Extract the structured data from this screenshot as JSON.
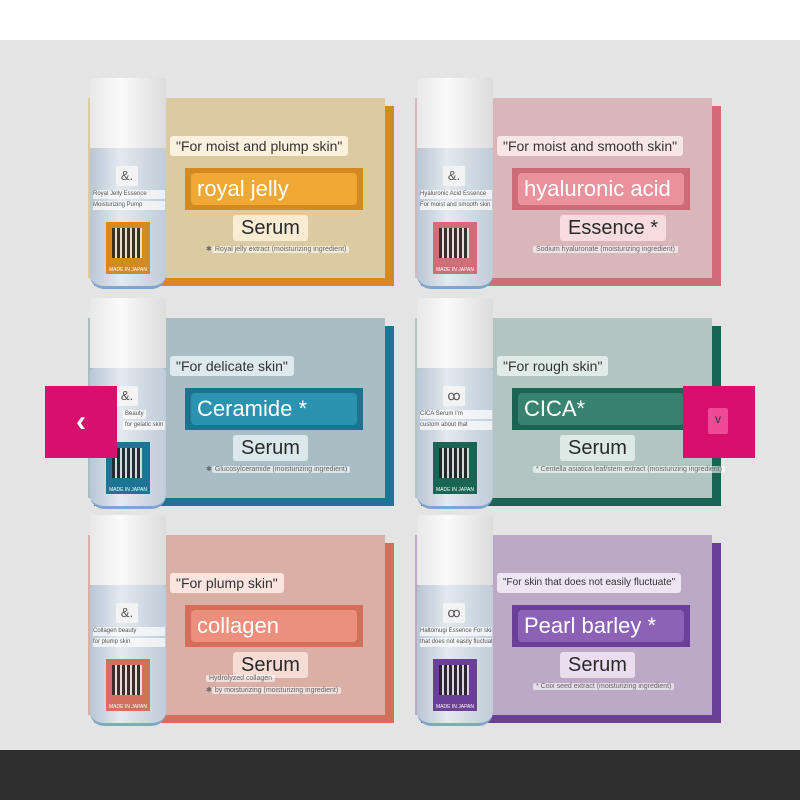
{
  "cards": [
    {
      "tagline": "\"For moist and plump skin\"",
      "ingredient": "royal jelly",
      "type": "Serum",
      "footnote_mark": "✱",
      "footnote": "Royal jelly extract (moisturizing ingredient)",
      "logo": "&.",
      "label": "Royal Jelly Essence",
      "label2": "Moisturizing Pump",
      "made": "MADE IN JAPAN",
      "colors": {
        "front": "#dccaa2",
        "back": "#d58a1f",
        "band": "#d48a22",
        "pill": "#f0a834",
        "tag": "#fbf1de",
        "type": "#f9ecd2"
      }
    },
    {
      "tagline": "\"For moist and smooth skin\"",
      "ingredient": "hyaluronic acid",
      "type": "Essence *",
      "footnote_mark": "",
      "footnote": "Sodium hyaluronate (moisturizing ingredient)",
      "logo": "&.",
      "label": "Hyaluronic Acid Essence",
      "label2": "For moist and smooth skin",
      "made": "MADE IN JAPAN",
      "colors": {
        "front": "#d8b6b9",
        "back": "#d06d79",
        "band": "#cd6b77",
        "pill": "#ea919c",
        "tag": "#f8e6e7",
        "type": "#f6dcde"
      }
    },
    {
      "tagline": "\"For delicate skin\"",
      "ingredient": "Ceramide *",
      "type": "Serum",
      "footnote_mark": "✱",
      "footnote": "Glucosylceramide (moisturizing ingredient)",
      "logo": "&.",
      "label": "Beauty",
      "label2": "for gelatic skin",
      "made": "MADE IN JAPAN",
      "colors": {
        "front": "#a8bdc4",
        "back": "#1a7693",
        "band": "#1b7390",
        "pill": "#2b93b0",
        "tag": "#dde9ed",
        "type": "#dbe7ea"
      }
    },
    {
      "tagline": "\"For rough skin\"",
      "ingredient": "CICA*",
      "type": "Serum",
      "footnote_mark": "",
      "footnote": "* Centella asiatica leaf/stem extract (moisturizing ingredient)",
      "logo": "ꝏ",
      "label": "CICA Serum I'm",
      "label2": "custom about that",
      "made": "MADE IN JAPAN",
      "colors": {
        "front": "#b2c5c0",
        "back": "#1a6453",
        "band": "#1b6453",
        "pill": "#3a8270",
        "tag": "#e0ebe8",
        "type": "#dde9e5"
      }
    },
    {
      "tagline": "\"For plump skin\"",
      "ingredient": "collagen",
      "type": "Serum",
      "footnote_mark": "✱",
      "footnote": "by moisturizing (moisturizing ingredient)",
      "footnote_pre": "Hydrolyzed collagen",
      "logo": "&.",
      "label": "Collagen beauty",
      "label2": "for plump skin",
      "made": "MADE IN JAPAN",
      "colors": {
        "front": "#d9afa6",
        "back": "#d2705c",
        "band": "#d36e5b",
        "pill": "#ec8f7d",
        "tag": "#f9e4df",
        "type": "#f6dcd5"
      }
    },
    {
      "tagline": "\"For skin that does not easily fluctuate\"",
      "ingredient": "Pearl barley *",
      "type": "Serum",
      "footnote_mark": "",
      "footnote": "* Coix seed extract (moisturizing ingredient)",
      "logo": "ꝏ",
      "label": "Haltomugi Essence For skin",
      "label2": "that does not easily fluctuate",
      "made": "MADE IN JAPAN",
      "colors": {
        "front": "#bca9c5",
        "back": "#6a3f96",
        "band": "#6a3f96",
        "pill": "#8b62b5",
        "tag": "#eee5f2",
        "type": "#e9ddef"
      }
    }
  ],
  "nav": {
    "prev_label": "‹",
    "next_label": "v",
    "accent": "#d80f6c"
  }
}
